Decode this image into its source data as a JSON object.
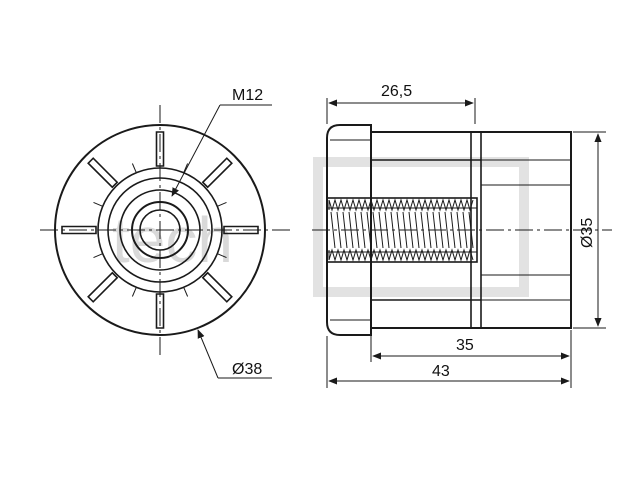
{
  "drawing": {
    "watermark_text": "tech",
    "labels": {
      "thread": "M12",
      "outer_diameter": "Ø38",
      "top_length": "26,5",
      "insert_length": "35",
      "total_length": "43",
      "body_diameter": "Ø35"
    },
    "colors": {
      "line": "#1a1a1a",
      "watermark": "#d9d9d9",
      "background": "#ffffff"
    }
  }
}
